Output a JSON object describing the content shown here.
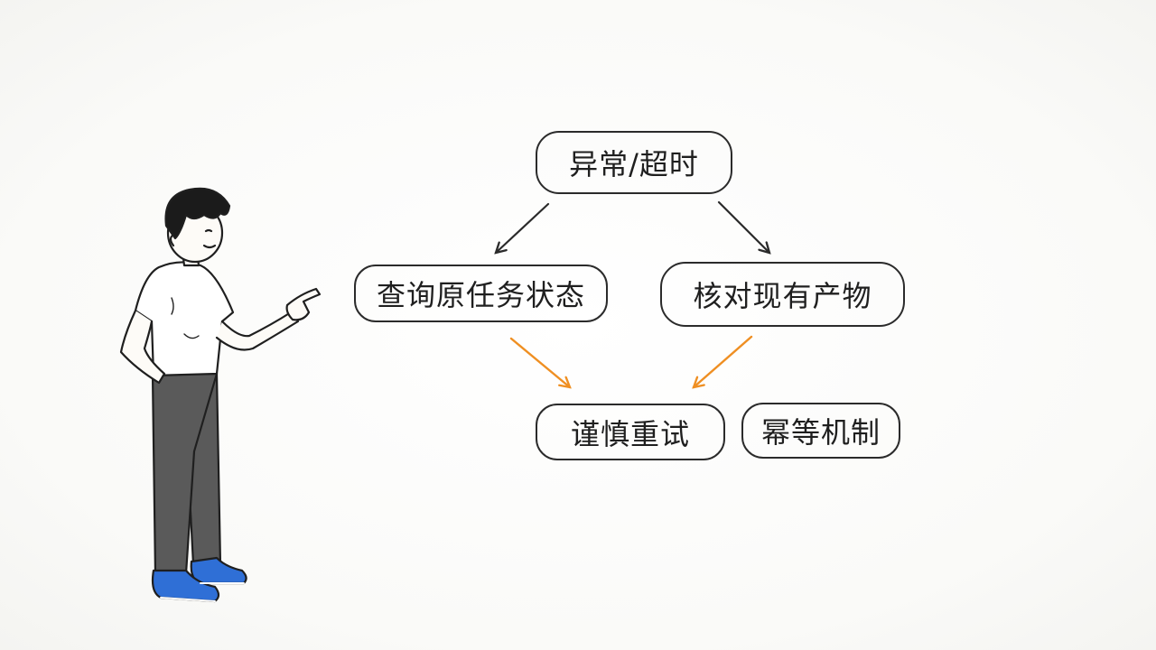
{
  "nodes": {
    "exception": "异常/超时",
    "query_state": "查询原任务状态",
    "verify_output": "核对现有产物",
    "careful_retry": "谨慎重试",
    "idempotent": "幂等机制"
  },
  "colors": {
    "ink": "#2b2b2b",
    "accent_arrow": "#ef8f22",
    "shirt": "#ffffff",
    "pants": "#5a5a5a",
    "shoes": "#2f6fd6",
    "hair": "#1b1b1b",
    "skin": "#fdfbf7"
  },
  "icons": {
    "character": "person-pointing-icon"
  }
}
